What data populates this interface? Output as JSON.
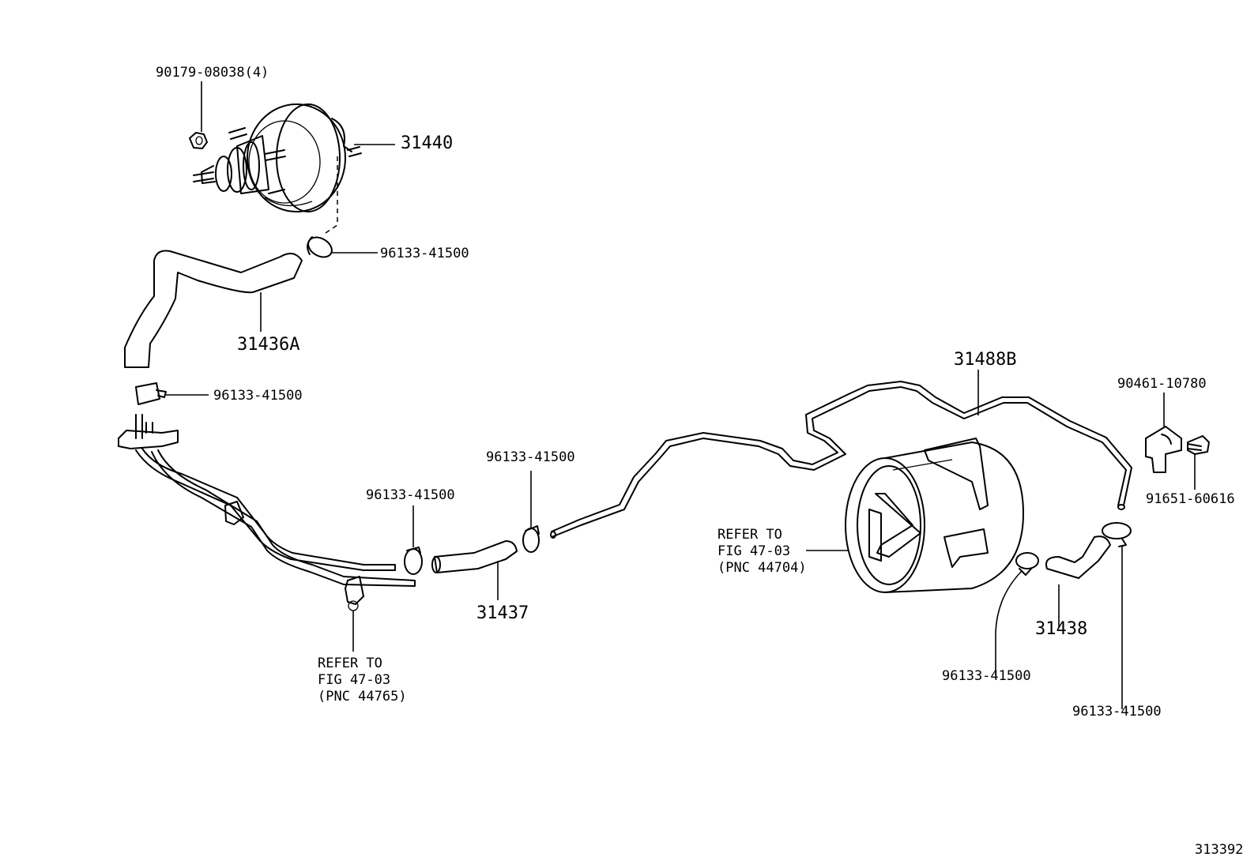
{
  "labels": {
    "nut": "90179-08038(4)",
    "booster": "31440",
    "clamp_top": "96133-41500",
    "hose_a": "31436A",
    "clamp_mid_left": "96133-41500",
    "clamp_center_left": "96133-41500",
    "clamp_center": "96133-41500",
    "hose_31437": "31437",
    "pipe_b": "31488B",
    "clamp_bracket": "90461-10780",
    "bolt": "91651-60616",
    "hose_31438": "31438",
    "clamp_lower_right_1": "96133-41500",
    "clamp_lower_right_2": "96133-41500",
    "refer_left": [
      "REFER TO",
      "FIG 47-03",
      "(PNC 44765)"
    ],
    "refer_right": [
      "REFER TO",
      "FIG 47-03",
      "(PNC 44704)"
    ],
    "illustration_id": "313392"
  }
}
